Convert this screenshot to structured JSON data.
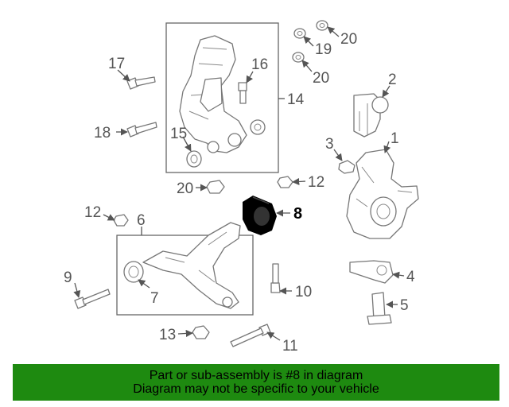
{
  "callouts": {
    "c1": "1",
    "c2": "2",
    "c3": "3",
    "c4": "4",
    "c5": "5",
    "c6": "6",
    "c7": "7",
    "c8": "8",
    "c9": "9",
    "c10": "10",
    "c11": "11",
    "c12a": "12",
    "c12b": "12",
    "c13": "13",
    "c14": "14",
    "c15": "15",
    "c16": "16",
    "c17": "17",
    "c18": "18",
    "c19": "19",
    "c20a": "20",
    "c20b": "20",
    "c20c": "20"
  },
  "highlighted_part": "8",
  "banner": {
    "line1": "Part or sub-assembly is #8 in diagram",
    "line2": "Diagram may not be specific to your vehicle"
  },
  "colors": {
    "banner_bg": "#1e8a10",
    "highlight_part": "#000000",
    "line_art": "#777777"
  }
}
